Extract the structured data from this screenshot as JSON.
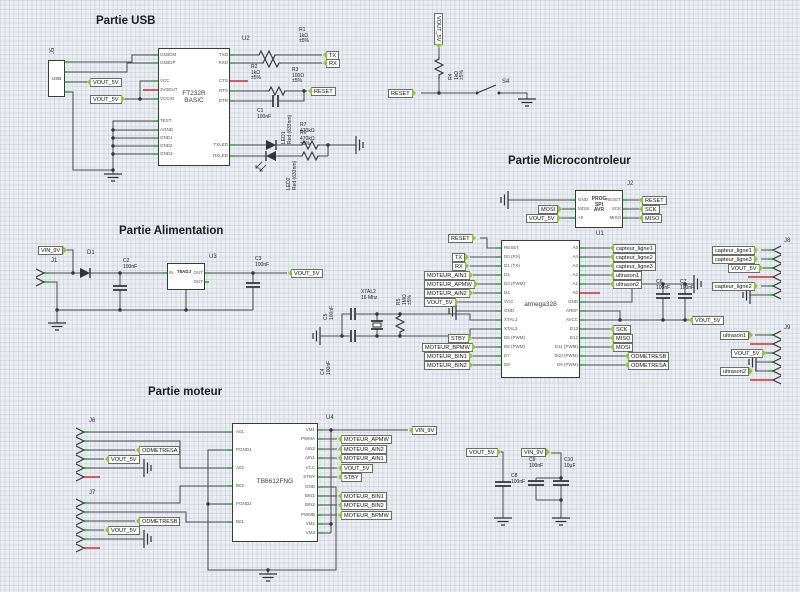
{
  "titles": {
    "usb": "Partie USB",
    "micro": "Partie Microcontroleur",
    "alim": "Partie Alimentation",
    "moteur": "Partie moteur"
  },
  "nets": {
    "vout_5v": "VOUT_5V",
    "vin_9v": "VIN_9V",
    "tx": "TX",
    "rx": "RX",
    "reset": "RESET",
    "mosi": "MOSI",
    "miso": "MISO",
    "sck": "SCK",
    "stby": "STBY",
    "moteur_ain1": "MOTEUR_AIN1",
    "moteur_ain2": "MOTEUR_AIN2",
    "moteur_apmw": "MOTEUR_APMW",
    "moteur_bin1": "MOTEUR_BIN1",
    "moteur_bin2": "MOTEUR_BIN2",
    "moteur_bpmw": "MOTEUR_BPMW",
    "odmetresa": "ODMETRESA",
    "odmetresb": "ODMETRESB",
    "capteur_ligne1": "capteur_ligne1",
    "capteur_ligne2": "capteur_ligne2",
    "capteur_ligne3": "capteur_ligne3",
    "ultrason1": "ultrason1",
    "ultrason2": "ultrason2"
  },
  "components": {
    "usb": {
      "ref": "J5",
      "label": "USB"
    },
    "u2": {
      "ref": "U2",
      "name1": "FT232R",
      "name2": "BASIC",
      "pins_left": [
        "USBDM",
        "USBDP",
        "VCC",
        "3V3OUT",
        "VCCIO",
        "TEST",
        "AGND",
        "GND1",
        "GND2",
        "GND3"
      ],
      "pins_right": [
        "TXD",
        "RXD",
        "CTS",
        "RTS",
        "DTR",
        "TXLED",
        "RXLED"
      ]
    },
    "u1": {
      "ref": "U1",
      "name": "atmega328",
      "pins_left": [
        "RESET",
        "D0 (RX)",
        "D1 (TX)",
        "D2",
        "D3 (PWM)",
        "D4",
        "VCC",
        "GND",
        "XTAL1",
        "XTAL2",
        "D5 (PWM)",
        "D6 (PWM)",
        "D7",
        "D8"
      ],
      "pins_right": [
        "A5",
        "A4",
        "A3",
        "A2",
        "A1",
        "A0",
        "GND",
        "AREF",
        "AVCC",
        "D13",
        "D12",
        "D11 (PWM)",
        "D10 (PWM)",
        "D9 (PWM)"
      ]
    },
    "j2": {
      "ref": "J2",
      "name1": "PROG",
      "name2": "SPI",
      "name3": "AVR",
      "pins_left": [
        "GND",
        "MOSI",
        "+5"
      ],
      "pins_right": [
        "RESET",
        "SCK",
        "MISO"
      ]
    },
    "u3": {
      "ref": "U3",
      "name": "78ADJ",
      "pin_in": "IN",
      "pin_out1": "OUT",
      "pin_out2": "OUT"
    },
    "u4": {
      "ref": "U4",
      "name": "TB6612FNG",
      "pins_left": [
        "A01",
        "PGND1",
        "A02",
        "B02",
        "PGND2",
        "B01"
      ],
      "pins_right": [
        "VM1",
        "PWMA",
        "AIN2",
        "AIN1",
        "VCC",
        "STBY",
        "GND",
        "BIN1",
        "BIN2",
        "PWMB",
        "VM2",
        "VM3"
      ]
    },
    "j1": {
      "ref": "J1"
    },
    "j6": {
      "ref": "J6"
    },
    "j7": {
      "ref": "J7"
    },
    "j8": {
      "ref": "J8"
    },
    "j9": {
      "ref": "J9"
    },
    "d1": {
      "ref": "D1"
    },
    "s4": {
      "ref": "S4"
    },
    "xtal2": {
      "ref": "XTAL2",
      "value": "16 Mhz"
    },
    "r1": {
      "ref": "R1",
      "value": "1kΩ",
      "tol": "±5%"
    },
    "r2": {
      "ref": "R2",
      "value": "1kΩ",
      "tol": "±5%"
    },
    "r3": {
      "ref": "R3",
      "value": "100Ω",
      "tol": "±5%"
    },
    "r4": {
      "ref": "R4",
      "value": "1kΩ",
      "tol": "±5%"
    },
    "r5": {
      "ref": "R5",
      "value": "1MΩ",
      "tol": "±5%"
    },
    "r6": {
      "ref": "R6",
      "value": "470kΩ",
      "tol": "±5%"
    },
    "r7": {
      "ref": "R7",
      "value": "470kΩ"
    },
    "c1": {
      "ref": "C1",
      "value": "100nF"
    },
    "c2": {
      "ref": "C2",
      "value": "100nF"
    },
    "c3": {
      "ref": "C3",
      "value": "100nF"
    },
    "c4": {
      "ref": "C4",
      "value": "100nF"
    },
    "c5": {
      "ref": "C5",
      "value": "100nF"
    },
    "c6": {
      "ref": "C6",
      "value": "100nF"
    },
    "c7": {
      "ref": "C7",
      "value": "100nF"
    },
    "c8": {
      "ref": "C8",
      "value": "100nF"
    },
    "c9": {
      "ref": "C9",
      "value": "100nF"
    },
    "c10": {
      "ref": "C10",
      "value": "10µF"
    },
    "led1": {
      "ref": "LED1",
      "value": "Red (633nm)"
    },
    "led2": {
      "ref": "LED2",
      "value": "Red (633nm)"
    }
  }
}
